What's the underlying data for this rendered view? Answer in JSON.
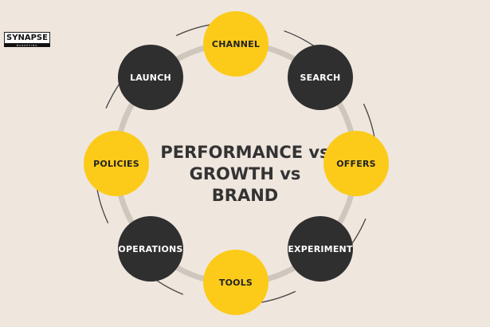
{
  "logo": {
    "text": "SYNAPSE",
    "subtext": "MARKETING"
  },
  "center": {
    "line1": "PERFORMANCE vs",
    "line2": "GROWTH vs",
    "line3": "BRAND"
  },
  "nodes": [
    {
      "label": "CHANNEL",
      "color": "yellow"
    },
    {
      "label": "SEARCH",
      "color": "dark"
    },
    {
      "label": "OFFERS",
      "color": "yellow"
    },
    {
      "label": "EXPERIMENT",
      "color": "dark"
    },
    {
      "label": "TOOLS",
      "color": "yellow"
    },
    {
      "label": "OPERATIONS",
      "color": "dark"
    },
    {
      "label": "POLICIES",
      "color": "yellow"
    },
    {
      "label": "LAUNCH",
      "color": "dark"
    }
  ],
  "colors": {
    "background": "#efe6de",
    "yellow": "#fccb1a",
    "dark": "#2f2f2f",
    "ring": "#cfc6bd",
    "arrow": "#444444"
  }
}
